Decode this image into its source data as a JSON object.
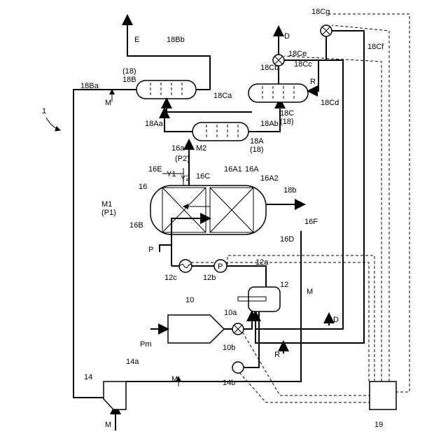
{
  "figure_label": "1",
  "labels": {
    "M_in": "M",
    "M_14": "14",
    "M_14a": "14a",
    "M_18Ba": "18Ba",
    "M_topleft": "M",
    "M_18B": "(18)\n18B",
    "M_18Bb": "18Bb",
    "E": "E",
    "M_18Ca": "18Ca",
    "M_18Aa": "18Aa",
    "M_M2": "M2",
    "M_P2": "(P2)",
    "M_16a": "16a",
    "M_18A": "18A\n(18)",
    "M_18Ab": "18Ab",
    "M_18C": "18C\n(18)",
    "M_18Cb": "18Cb",
    "M_18Ce": "18Ce",
    "M_18Cc": "18Cc",
    "M_18Cg": "18Cg",
    "M_18Cf": "18Cf",
    "M_18Cd": "18Cd",
    "D_top": "D",
    "R_top": "R",
    "M_16E": "16E",
    "M_Y1": "Y1",
    "M_Y2": "Y2",
    "M_16C": "16C",
    "M_16A1": "16A1",
    "M_16A": "16A",
    "M_16A2": "16A2",
    "M_16": "16",
    "M_M1": "M1\n(P1)",
    "M_16B": "16B",
    "M_16D": "16D",
    "M_16F": "16F",
    "M_18b": "18b",
    "P": "P",
    "M_12a": "12a",
    "M_12": "12",
    "M_12b": "12b",
    "M_12c": "12c",
    "M_10": "10",
    "M_10a": "10a",
    "M_10b": "10b",
    "Pm": "Pm",
    "M_mid": "M",
    "D_mid": "D",
    "R_mid": "R",
    "M_lower": "M",
    "M_14b": "14b",
    "M_19": "19"
  }
}
